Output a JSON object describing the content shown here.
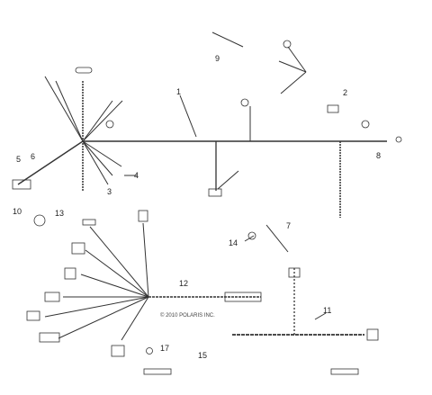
{
  "callouts": {
    "c1": "1",
    "c2": "2",
    "c3": "3",
    "c4": "4",
    "c5": "5",
    "c6": "6",
    "c7": "7",
    "c8": "8",
    "c9": "9",
    "c10": "10",
    "c11": "11",
    "c12": "12",
    "c13": "13",
    "c14": "14",
    "c15": "15",
    "c17": "17"
  },
  "copyright": "© 2010 POLARIS INC."
}
